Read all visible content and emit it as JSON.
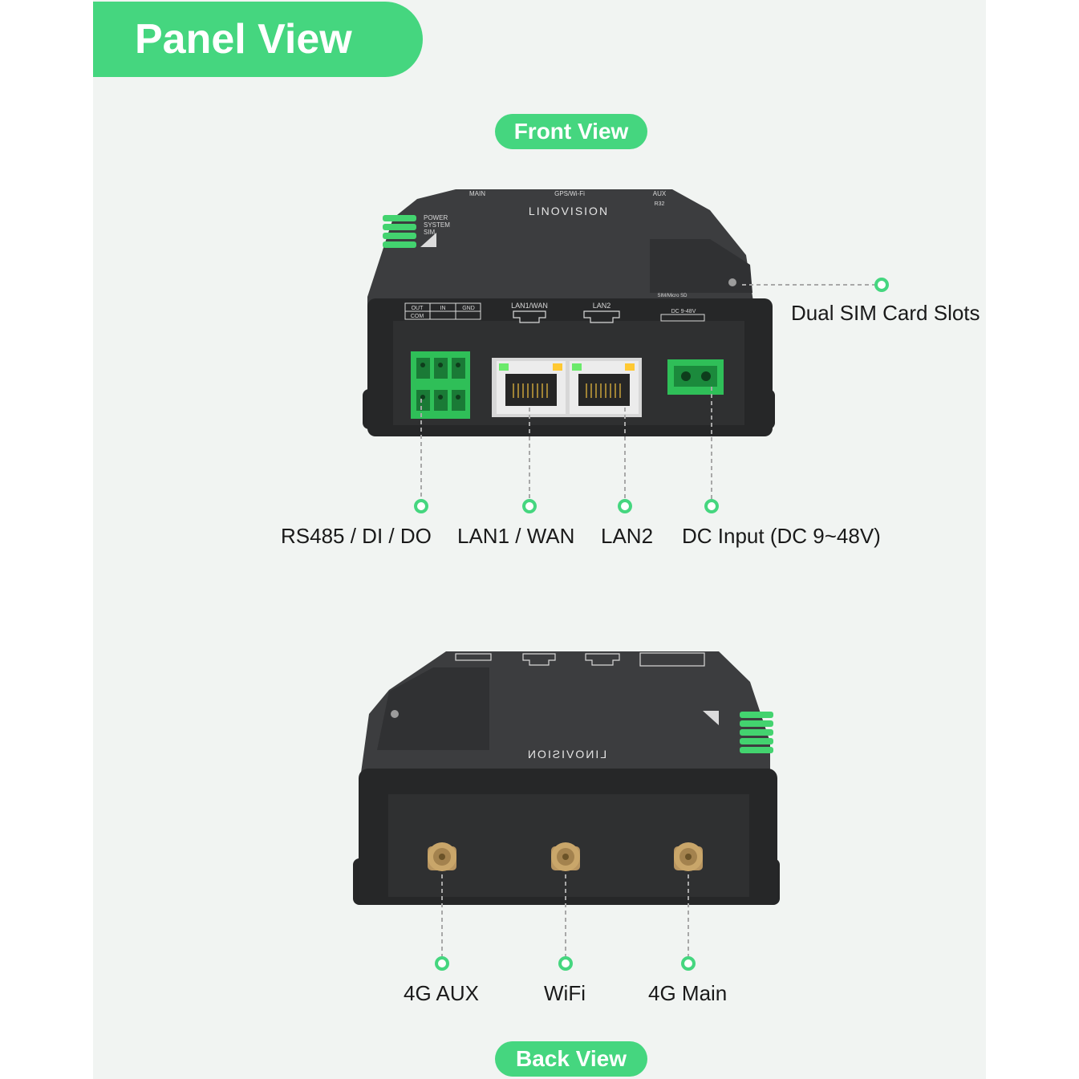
{
  "header": {
    "title": "Panel View"
  },
  "sections": {
    "front": {
      "label": "Front View"
    },
    "back": {
      "label": "Back View"
    }
  },
  "front_device": {
    "brand": "LINOVISION",
    "top_antenna_labels": [
      "MAIN",
      "GPS/Wi-Fi",
      "AUX"
    ],
    "model": "R32",
    "leds": [
      "POWER",
      "SYSTEM",
      "SIM"
    ],
    "port_markings": [
      "LAN1/WAN",
      "LAN2",
      "SIM/Micro SD",
      "DC 9-48V"
    ],
    "terminal_markings": [
      "OUT",
      "IN",
      "GND",
      "COM"
    ]
  },
  "front_callouts": {
    "sim": "Dual SIM Card Slots",
    "rs485": "RS485 / DI / DO",
    "lan1": "LAN1 / WAN",
    "lan2": "LAN2",
    "dc": "DC Input (DC 9~48V)"
  },
  "back_callouts": {
    "aux": "4G AUX",
    "wifi": "WiFi",
    "main": "4G Main"
  },
  "colors": {
    "accent": "#45d67f",
    "device": "#2a2b2c",
    "background": "#f1f4f2"
  }
}
